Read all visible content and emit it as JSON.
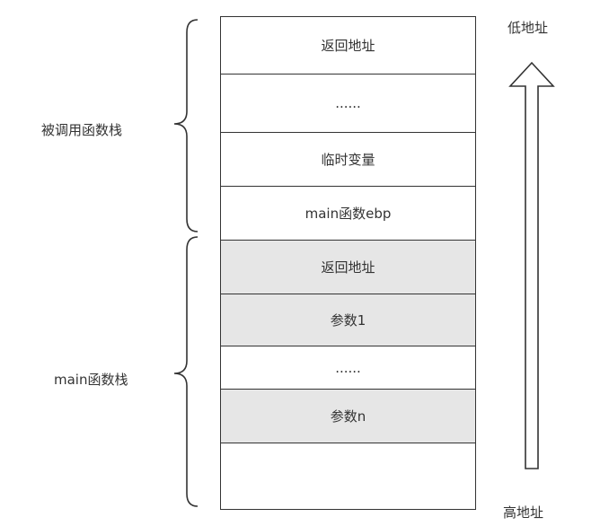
{
  "stack_cells": [
    {
      "label": "返回地址",
      "shaded": false
    },
    {
      "label": "......",
      "shaded": false
    },
    {
      "label": "临时变量",
      "shaded": false
    },
    {
      "label": "main函数ebp",
      "shaded": false
    },
    {
      "label": "返回地址",
      "shaded": true
    },
    {
      "label": "参数1",
      "shaded": true
    },
    {
      "label": "......",
      "shaded": false
    },
    {
      "label": "参数n",
      "shaded": true
    },
    {
      "label": "",
      "shaded": false
    }
  ],
  "groups": {
    "callee": "被调用函数栈",
    "main": "main函数栈"
  },
  "address": {
    "low": "低地址",
    "high": "高地址"
  },
  "colors": {
    "line": "#333333",
    "shaded_fill": "#e6e6e6"
  }
}
